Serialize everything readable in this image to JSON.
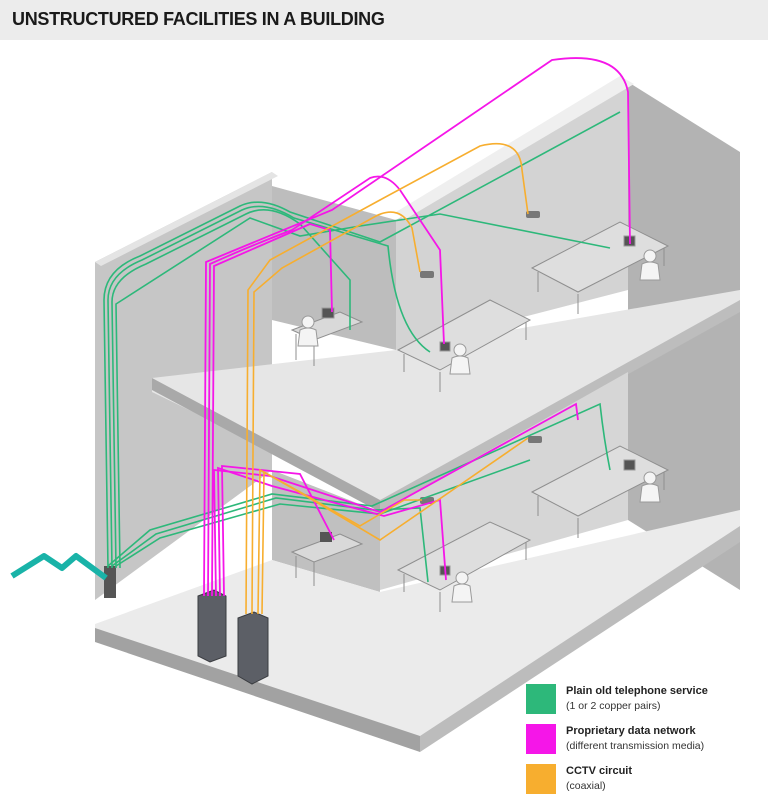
{
  "title": "UNSTRUCTURED FACILITIES IN A BUILDING",
  "legend": [
    {
      "label": "Plain old telephone service",
      "sub": "(1 or 2 copper pairs)",
      "color": "#2db87a"
    },
    {
      "label": "Proprietary data network",
      "sub": "(different transmission media)",
      "color": "#f516e8"
    },
    {
      "label": "CCTV circuit",
      "sub": "(coaxial)",
      "color": "#f7ae2f"
    }
  ],
  "colors": {
    "telephone": "#2db87a",
    "data": "#f516e8",
    "cctv": "#f7ae2f",
    "entrance": "#19b3a8",
    "wall": "#c8c8c8",
    "floor": "#e9e9e9"
  }
}
